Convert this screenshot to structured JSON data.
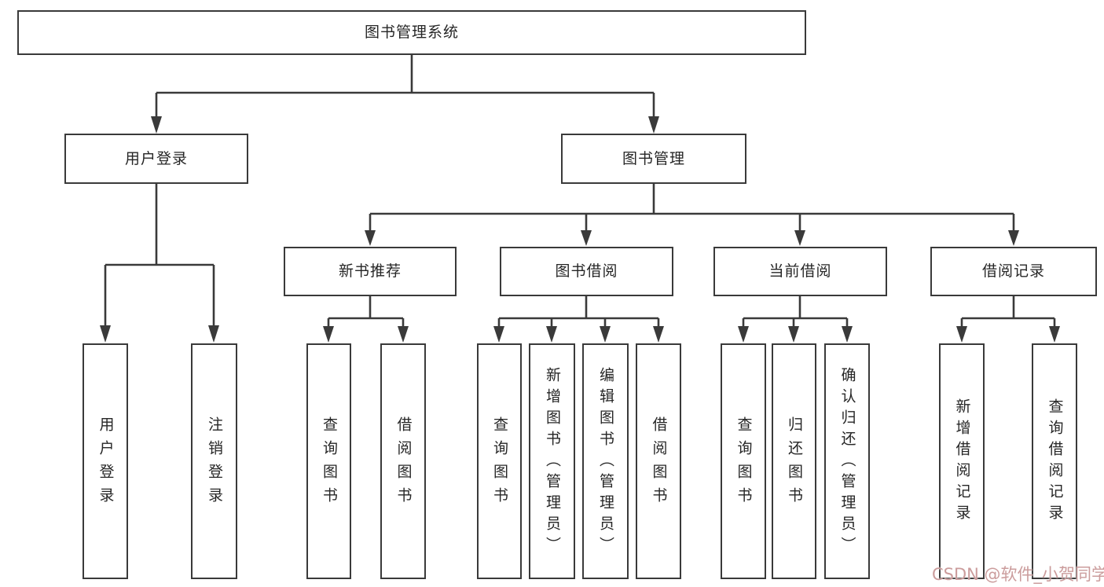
{
  "colors": {
    "line": "#3a3a3a",
    "text": "#262626",
    "box_background": "#ffffff",
    "watermark": "#cb9c9c"
  },
  "watermark": "CSDN @软件_小贺同学",
  "tree": {
    "label": "图书管理系统",
    "children": [
      {
        "label": "用户登录",
        "children": [
          {
            "label": "用户登录"
          },
          {
            "label": "注销登录"
          }
        ]
      },
      {
        "label": "图书管理",
        "children": [
          {
            "label": "新书推荐",
            "children": [
              {
                "label": "查询图书"
              },
              {
                "label": "借阅图书"
              }
            ]
          },
          {
            "label": "图书借阅",
            "children": [
              {
                "label": "查询图书"
              },
              {
                "label": "新增图书（管理员）"
              },
              {
                "label": "编辑图书（管理员）"
              },
              {
                "label": "借阅图书"
              }
            ]
          },
          {
            "label": "当前借阅",
            "children": [
              {
                "label": "查询图书"
              },
              {
                "label": "归还图书"
              },
              {
                "label": "确认归还（管理员）"
              }
            ]
          },
          {
            "label": "借阅记录",
            "children": [
              {
                "label": "新增借阅记录"
              },
              {
                "label": "查询借阅记录"
              }
            ]
          }
        ]
      }
    ]
  }
}
